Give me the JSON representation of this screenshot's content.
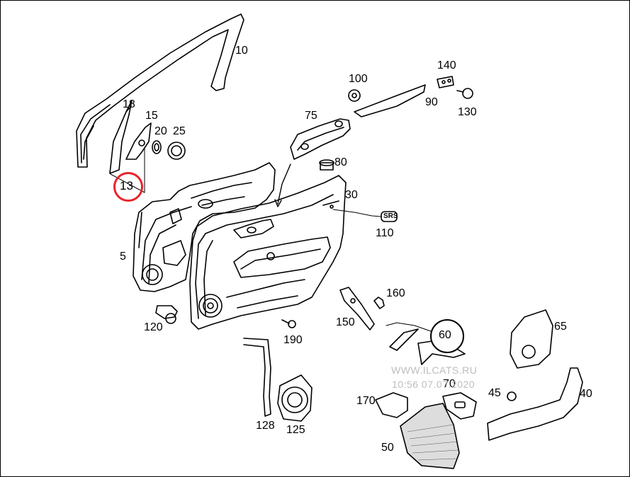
{
  "diagram": {
    "parts": [
      {
        "id": "p10",
        "label": "10"
      },
      {
        "id": "p18",
        "label": "18"
      },
      {
        "id": "p15",
        "label": "15"
      },
      {
        "id": "p20",
        "label": "20"
      },
      {
        "id": "p25",
        "label": "25"
      },
      {
        "id": "p13",
        "label": "13"
      },
      {
        "id": "p100",
        "label": "100"
      },
      {
        "id": "p140",
        "label": "140"
      },
      {
        "id": "p90",
        "label": "90"
      },
      {
        "id": "p130",
        "label": "130"
      },
      {
        "id": "p75",
        "label": "75"
      },
      {
        "id": "p80",
        "label": "80"
      },
      {
        "id": "p30",
        "label": "30"
      },
      {
        "id": "p110",
        "label": "110"
      },
      {
        "id": "p5",
        "label": "5"
      },
      {
        "id": "p120",
        "label": "120"
      },
      {
        "id": "p160",
        "label": "160"
      },
      {
        "id": "p150",
        "label": "150"
      },
      {
        "id": "p60",
        "label": "60"
      },
      {
        "id": "p65",
        "label": "65"
      },
      {
        "id": "p190",
        "label": "190"
      },
      {
        "id": "p128",
        "label": "128"
      },
      {
        "id": "p125",
        "label": "125"
      },
      {
        "id": "p170",
        "label": "170"
      },
      {
        "id": "p70",
        "label": "70"
      },
      {
        "id": "p45",
        "label": "45"
      },
      {
        "id": "p40",
        "label": "40"
      },
      {
        "id": "p50",
        "label": "50"
      }
    ],
    "highlighted_part": "13",
    "srs_badge": "SRS",
    "colors": {
      "highlight": "#e8242c",
      "line": "#000000",
      "watermark": "#bdbdbd"
    }
  },
  "watermark": {
    "line1": "WWW.ILCATS.RU",
    "line2": "10:56 07.07.2020"
  }
}
